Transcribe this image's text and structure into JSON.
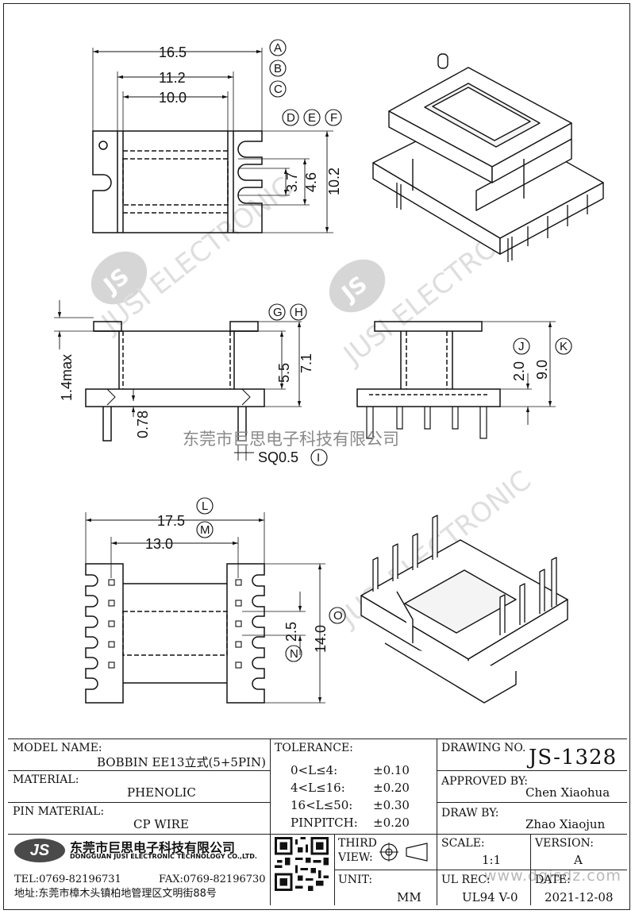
{
  "drawing": {
    "dims": {
      "top_a": "16.5",
      "top_b": "11.2",
      "top_c": "10.0",
      "top_d": "3.7",
      "top_e": "4.6",
      "top_f": "10.2",
      "side_g": "5.5",
      "side_h": "7.1",
      "side_max": "1.4max",
      "side_pin": "0.78",
      "side_sq": "SQ0.5",
      "front_j": "2.0",
      "front_k": "9.0",
      "bot_l": "17.5",
      "bot_m": "13.0",
      "bot_n": "2.5",
      "bot_o": "14.0"
    },
    "callouts": {
      "a": "A",
      "b": "B",
      "c": "C",
      "d": "D",
      "e": "E",
      "f": "F",
      "g": "G",
      "h": "H",
      "i": "I",
      "j": "J",
      "k": "K",
      "l": "L",
      "m": "M",
      "n": "N",
      "o": "O"
    },
    "watermark_en": "JUSI ELECTRONIC",
    "watermark_logo": "JS",
    "watermark_cn": "东莞市巨思电子科技有限公司",
    "website": "www.dgjsdz.com"
  },
  "title_block": {
    "model_name_label": "MODEL NAME:",
    "model_name": "BOBBIN EE13立式(5+5PIN)",
    "material_label": "MATERIAL:",
    "material": "PHENOLIC",
    "pin_material_label": "PIN MATERIAL:",
    "pin_material": "CP WIRE",
    "tolerance_label": "TOLERANCE:",
    "tolerances": [
      {
        "range": "0<L≤4:",
        "value": "±0.10"
      },
      {
        "range": "4<L≤16:",
        "value": "±0.20"
      },
      {
        "range": "16<L≤50:",
        "value": "±0.30"
      },
      {
        "range": "PINPITCH:",
        "value": "±0.20"
      }
    ],
    "drawing_no_label": "DRAWING NO.",
    "drawing_no": "JS-1328",
    "approved_by_label": "APPROVED BY:",
    "approved_by": "Chen Xiaohua",
    "draw_by_label": "DRAW BY:",
    "draw_by": "Zhao Xiaojun",
    "third_view_label_1": "THIRD",
    "third_view_label_2": "VIEW:",
    "unit_label": "UNIT:",
    "unit": "MM",
    "scale_label": "SCALE:",
    "scale": "1:1",
    "version_label": "VERSION:",
    "version": "A",
    "ul_rec_label": "UL REC:",
    "ul_rec": "UL94 V-0",
    "date_label": "DATE:",
    "date": "2021-12-08",
    "company_logo": "JS",
    "company_cn": "东莞市巨思电子科技有限公司",
    "company_en": "DONGGUAN JUSI ELECTRONIC TECHNOLOGY CO.,LTD.",
    "tel": "TEL:0769-82196731",
    "fax": "FAX:0769-82196730",
    "address": "地址:东莞市樟木头镇柏地管理区文明街88号"
  }
}
